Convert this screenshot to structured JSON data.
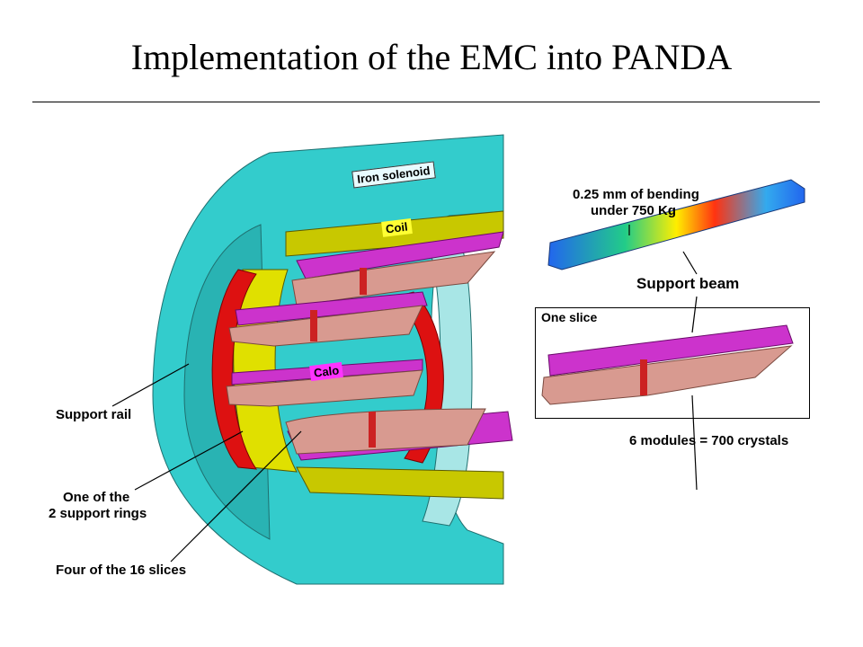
{
  "title": "Implementation of the EMC into PANDA",
  "labels": {
    "iron_solenoid": "Iron solenoid",
    "coil": "Coil",
    "calo": "Calo",
    "bending_line1": "0.25 mm of bending",
    "bending_line2": "under 750 Kg",
    "support_beam": "Support beam",
    "one_slice": "One slice",
    "modules": "6 modules =  700 crystals",
    "support_rail": "Support rail",
    "support_ring_line1": "One of the",
    "support_ring_line2": "2 support rings",
    "four_slices": "Four of the 16 slices"
  },
  "colors": {
    "iron": "#33cccc",
    "iron_dark": "#1f9a9a",
    "coil": "#c8c800",
    "coil_dark": "#8a8a00",
    "ring": "#dd1111",
    "slice_top": "#cc33cc",
    "crystal": "#d89a90",
    "iron_label_bg": "#e8fbff",
    "calo_label_bg": "#ff33ff"
  }
}
